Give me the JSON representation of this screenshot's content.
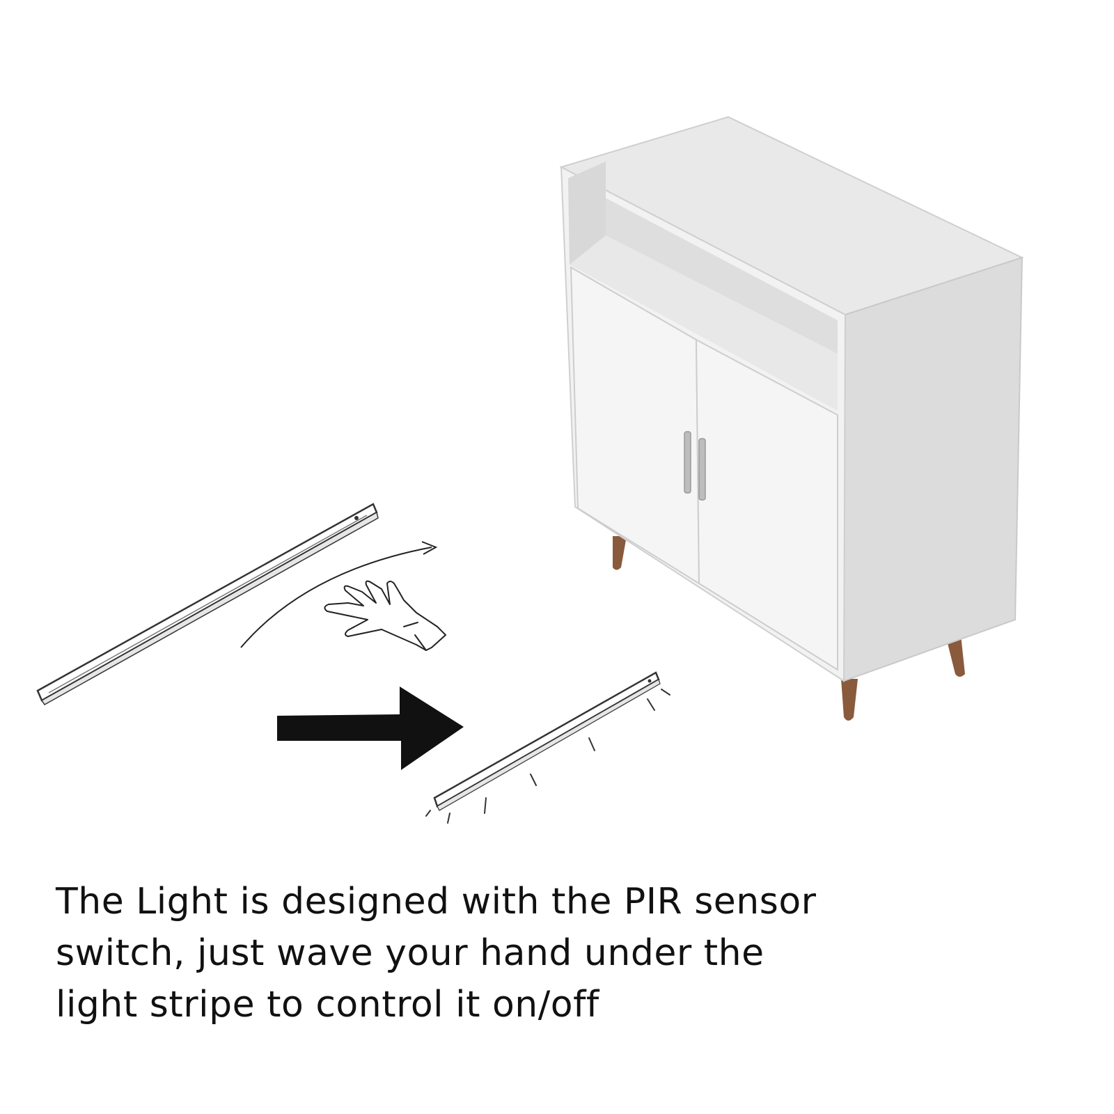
{
  "caption": {
    "lines": [
      "The Light is designed with the PIR sensor",
      "switch, just wave your hand under the",
      "light stripe to control it on/off"
    ]
  },
  "colors": {
    "background": "#ffffff",
    "cabinet_light": "#f4f4f4",
    "cabinet_shade": "#e6e6e6",
    "cabinet_dark": "#d3d3d3",
    "leg": "#8a5a3c",
    "arrow": "#111111",
    "line_art": "#333333"
  },
  "icons": {
    "hand": "hand-wave-icon",
    "big_arrow": "arrow-right-icon",
    "motion_arrow": "curved-arrow-icon"
  }
}
